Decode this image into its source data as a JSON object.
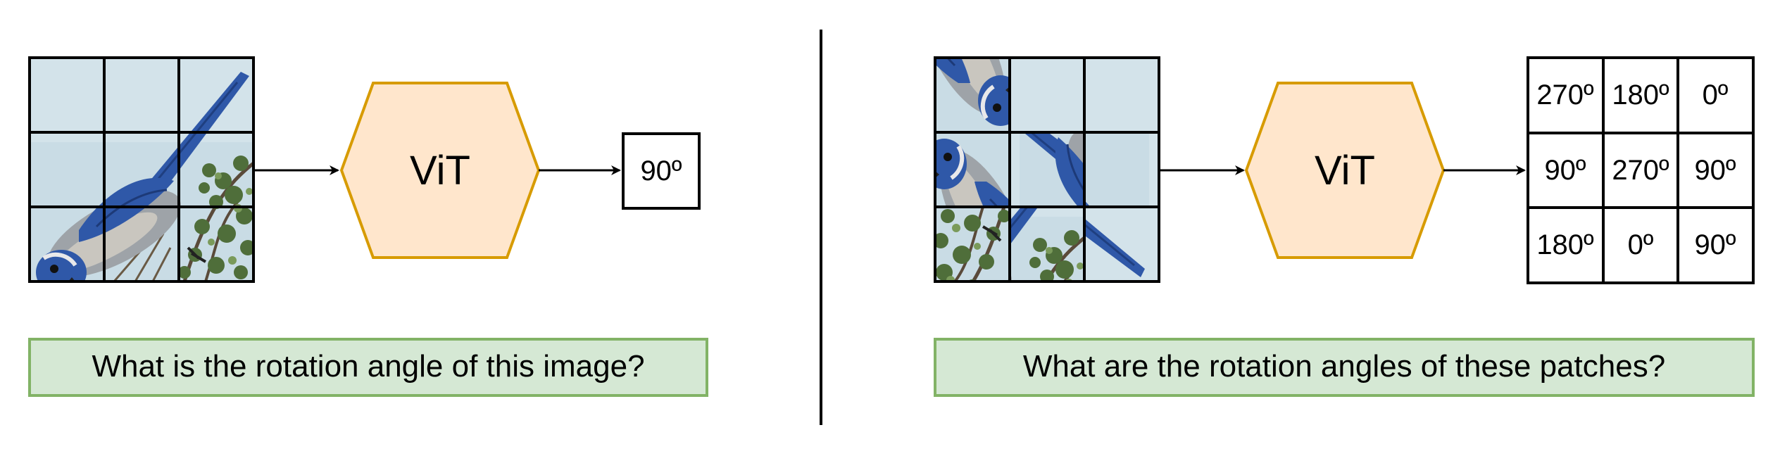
{
  "left_panel": {
    "model_label": "ViT",
    "output_label": "90º",
    "caption": "What is the rotation angle of this image?"
  },
  "right_panel": {
    "model_label": "ViT",
    "output_grid": [
      [
        "270º",
        "180º",
        "0º"
      ],
      [
        "90º",
        "270º",
        "90º"
      ],
      [
        "180º",
        "0º",
        "90º"
      ]
    ],
    "caption": "What are the rotation angles of these patches?"
  },
  "colors": {
    "hexagon_fill": "#ffe6cc",
    "hexagon_stroke": "#d79b00",
    "caption_fill": "#d5e8d4",
    "caption_stroke": "#82b366",
    "sky": "#c7dbe4",
    "bird_blue": "#2f58a8",
    "bird_body": "#9a9fa5",
    "foliage": "#4f6e3a"
  },
  "icons": {
    "input_image": "bird-on-branch-image",
    "shuffled_image": "shuffled-bird-patches-image",
    "arrow": "arrow-right-icon"
  }
}
